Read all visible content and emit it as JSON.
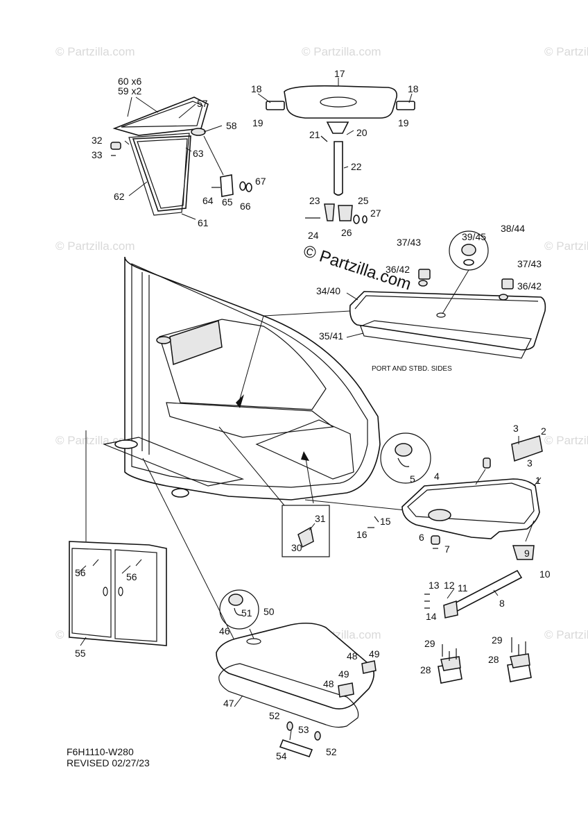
{
  "watermark_text": "© Partzilla.com",
  "center_watermark": "© Partzilla.com",
  "side_note": "PORT AND STBD. SIDES",
  "footer": {
    "code": "F6H1110-W280",
    "revised": "REVISED 02/27/23"
  },
  "callouts": {
    "c1": "1",
    "c2": "2",
    "c3a": "3",
    "c3b": "3",
    "c4": "4",
    "c5": "5",
    "c6": "6",
    "c7": "7",
    "c8": "8",
    "c9": "9",
    "c10": "10",
    "c11": "11",
    "c12": "12",
    "c13": "13",
    "c14": "14",
    "c15": "15",
    "c16": "16",
    "c17": "17",
    "c18a": "18",
    "c18b": "18",
    "c19a": "19",
    "c19b": "19",
    "c20": "20",
    "c21": "21",
    "c22": "22",
    "c23": "23",
    "c24": "24",
    "c25": "25",
    "c26": "26",
    "c27": "27",
    "c28a": "28",
    "c28b": "28",
    "c29a": "29",
    "c29b": "29",
    "c30": "30",
    "c31": "31",
    "c32": "32",
    "c33": "33",
    "c3440": "34/40",
    "c3541": "35/41",
    "c3642a": "36/42",
    "c3642b": "36/42",
    "c3743a": "37/43",
    "c3743b": "37/43",
    "c3844": "38/44",
    "c3945": "39/45",
    "c46": "46",
    "c47": "47",
    "c48a": "48",
    "c48b": "48",
    "c49a": "49",
    "c49b": "49",
    "c50": "50",
    "c51": "51",
    "c52a": "52",
    "c52b": "52",
    "c53": "53",
    "c54": "54",
    "c55": "55",
    "c56a": "56",
    "c56b": "56",
    "c57": "57",
    "c58": "58",
    "c59x2": "59 x2",
    "c60x6": "60 x6",
    "c61": "61",
    "c62": "62",
    "c63": "63",
    "c64": "64",
    "c65": "65",
    "c66": "66",
    "c67": "67"
  }
}
